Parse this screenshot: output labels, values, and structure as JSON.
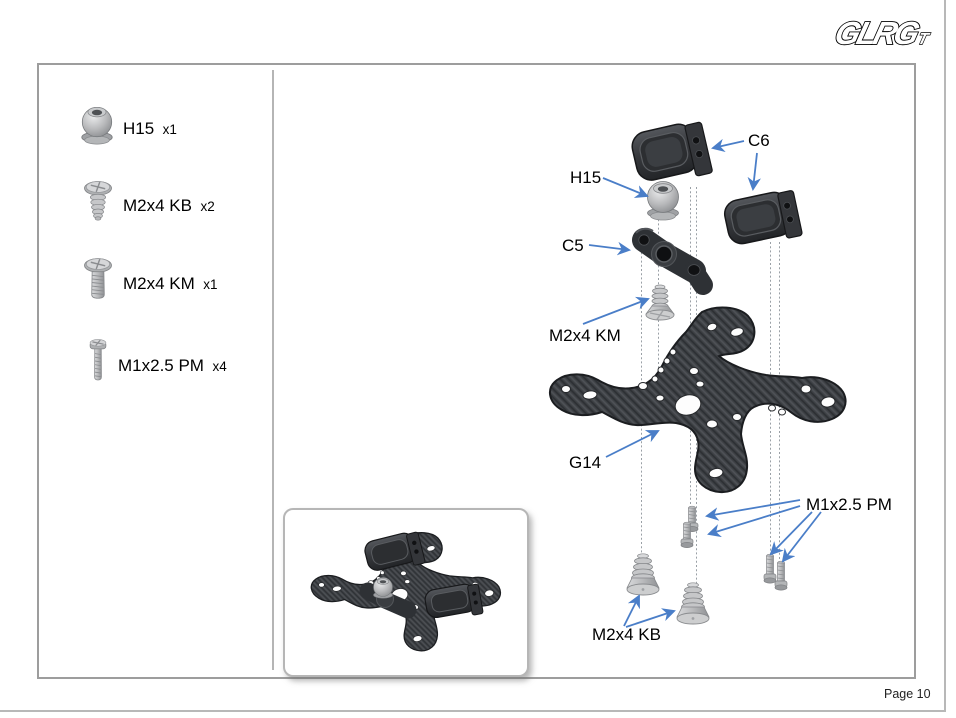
{
  "colors": {
    "arrow": "#4a7ec8",
    "dashed": "#9aa0a6",
    "carbon": "#3e4145",
    "dark_plastic": "#36383c",
    "metal": "#c0c1c3",
    "box_border": "#9d9d9d",
    "page_edge": "#b8b8b8"
  },
  "header": {
    "logo_text": "GLRG",
    "logo_suffix": "T"
  },
  "parts_list": {
    "items": [
      {
        "name": "H15",
        "qty": "x1",
        "icon": "ball-stud-icon"
      },
      {
        "name": "M2x4 KB",
        "qty": "x2",
        "icon": "countersunk-tapping-screw-icon"
      },
      {
        "name": "M2x4 KM",
        "qty": "x1",
        "icon": "countersunk-machine-screw-icon"
      },
      {
        "name": "M1x2.5 PM",
        "qty": "x4",
        "icon": "pan-head-screw-icon"
      }
    ]
  },
  "diagram": {
    "labels": {
      "c6": "C6",
      "h15": "H15",
      "c5": "C5",
      "m2x4_km": "M2x4 KM",
      "g14": "G14",
      "m1x2_5_pm": "M1x2.5 PM",
      "m2x4_kb": "M2x4 KB"
    }
  },
  "footer": {
    "page_label": "Page 10"
  }
}
